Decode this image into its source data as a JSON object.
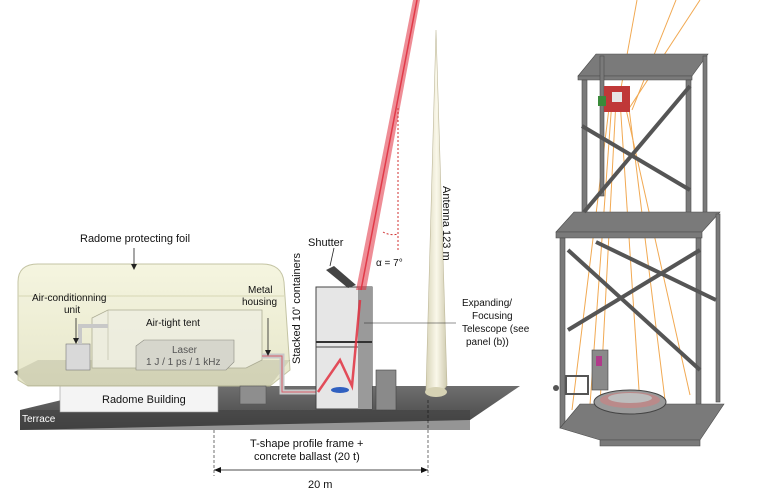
{
  "labels": {
    "radome_foil": "Radome protecting foil",
    "shutter": "Shutter",
    "aircon_line1": "Air-conditionning",
    "aircon_line2": "unit",
    "metal_line1": "Metal",
    "metal_line2": "housing",
    "tent": "Air-tight tent",
    "laser_line1": "Laser",
    "laser_line2": "1 J / 1 ps / 1 kHz",
    "containers": "Stacked 10' containers",
    "angle": "α = 7°",
    "antenna": "Antenna 123 m",
    "telescope_line1": "Expanding/",
    "telescope_line2": "Focusing",
    "telescope_line3": "Telescope (see",
    "telescope_line4": "panel (b))",
    "radome_building": "Radome Building",
    "terrace": "Terrace",
    "frame_line1": "T-shape profile frame +",
    "frame_line2": "concrete ballast (20 t)",
    "distance": "20 m"
  },
  "colors": {
    "beam": "#e03040",
    "antenna": "#f2efdc",
    "frame": "#666666",
    "orange_beam": "#f0a040"
  }
}
